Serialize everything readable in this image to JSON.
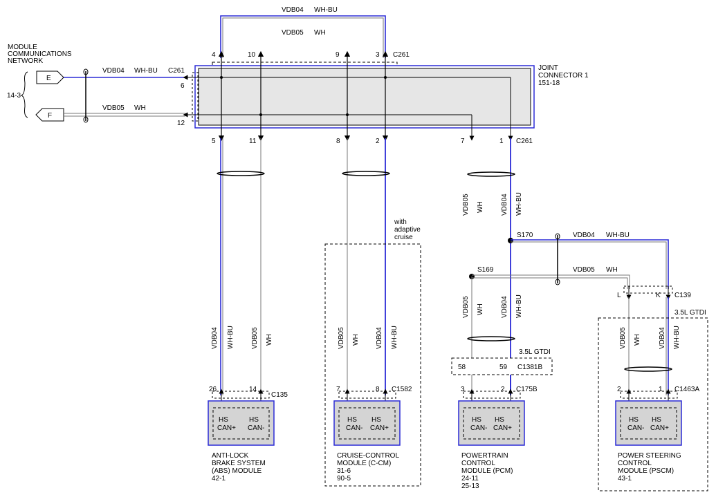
{
  "colors": {
    "blue": "#2b2bd6",
    "wire": "#777777",
    "box": "#e6e6e6",
    "module": "#d4d4d4"
  },
  "network": {
    "title_lines": [
      "MODULE",
      "COMMUNICATIONS",
      "NETWORK"
    ],
    "ref": "14-3",
    "pin_e": "E",
    "pin_f": "F"
  },
  "joint_connector": {
    "title_lines": [
      "JOINT",
      "CONNECTOR 1",
      "151-18"
    ],
    "conn": "C261",
    "pins": [
      "4",
      "10",
      "9",
      "3",
      "6",
      "12",
      "5",
      "11",
      "8",
      "2",
      "7",
      "1"
    ]
  },
  "wires": {
    "vdb04": "VDB04",
    "vdb05": "VDB05",
    "wh_bu": "WH-BU",
    "wh": "WH"
  },
  "splices": {
    "s170": "S170",
    "s169": "S169"
  },
  "c139": {
    "conn": "C139",
    "pin_l": "L",
    "pin_k": "K"
  },
  "option_3_5l": "3.5L GTDI",
  "c1381b": {
    "conn": "C1381B",
    "pin_a": "58",
    "pin_b": "59"
  },
  "adaptive_cruise": [
    "with",
    "adaptive",
    "cruise"
  ],
  "can_labels": {
    "hs": "HS",
    "can_plus": "CAN+",
    "can_minus": "CAN-"
  },
  "modules": [
    {
      "conn": "C135",
      "pin_a": "26",
      "pin_b": "14",
      "name_lines": [
        "ANTI-LOCK",
        "BRAKE SYSTEM",
        "(ABS) MODULE",
        "42-1"
      ]
    },
    {
      "conn": "C1582",
      "pin_a": "7",
      "pin_b": "8",
      "name_lines": [
        "CRUISE-CONTROL",
        "MODULE (C-CM)",
        "31-6",
        "90-5"
      ]
    },
    {
      "conn": "C175B",
      "pin_a": "3",
      "pin_b": "2",
      "name_lines": [
        "POWERTRAIN",
        "CONTROL",
        "MODULE (PCM)",
        "24-11",
        "25-13"
      ]
    },
    {
      "conn": "C1463A",
      "pin_a": "2",
      "pin_b": "1",
      "name_lines": [
        "POWER STEERING",
        "CONTROL",
        "MODULE (PSCM)",
        "43-1"
      ]
    }
  ]
}
